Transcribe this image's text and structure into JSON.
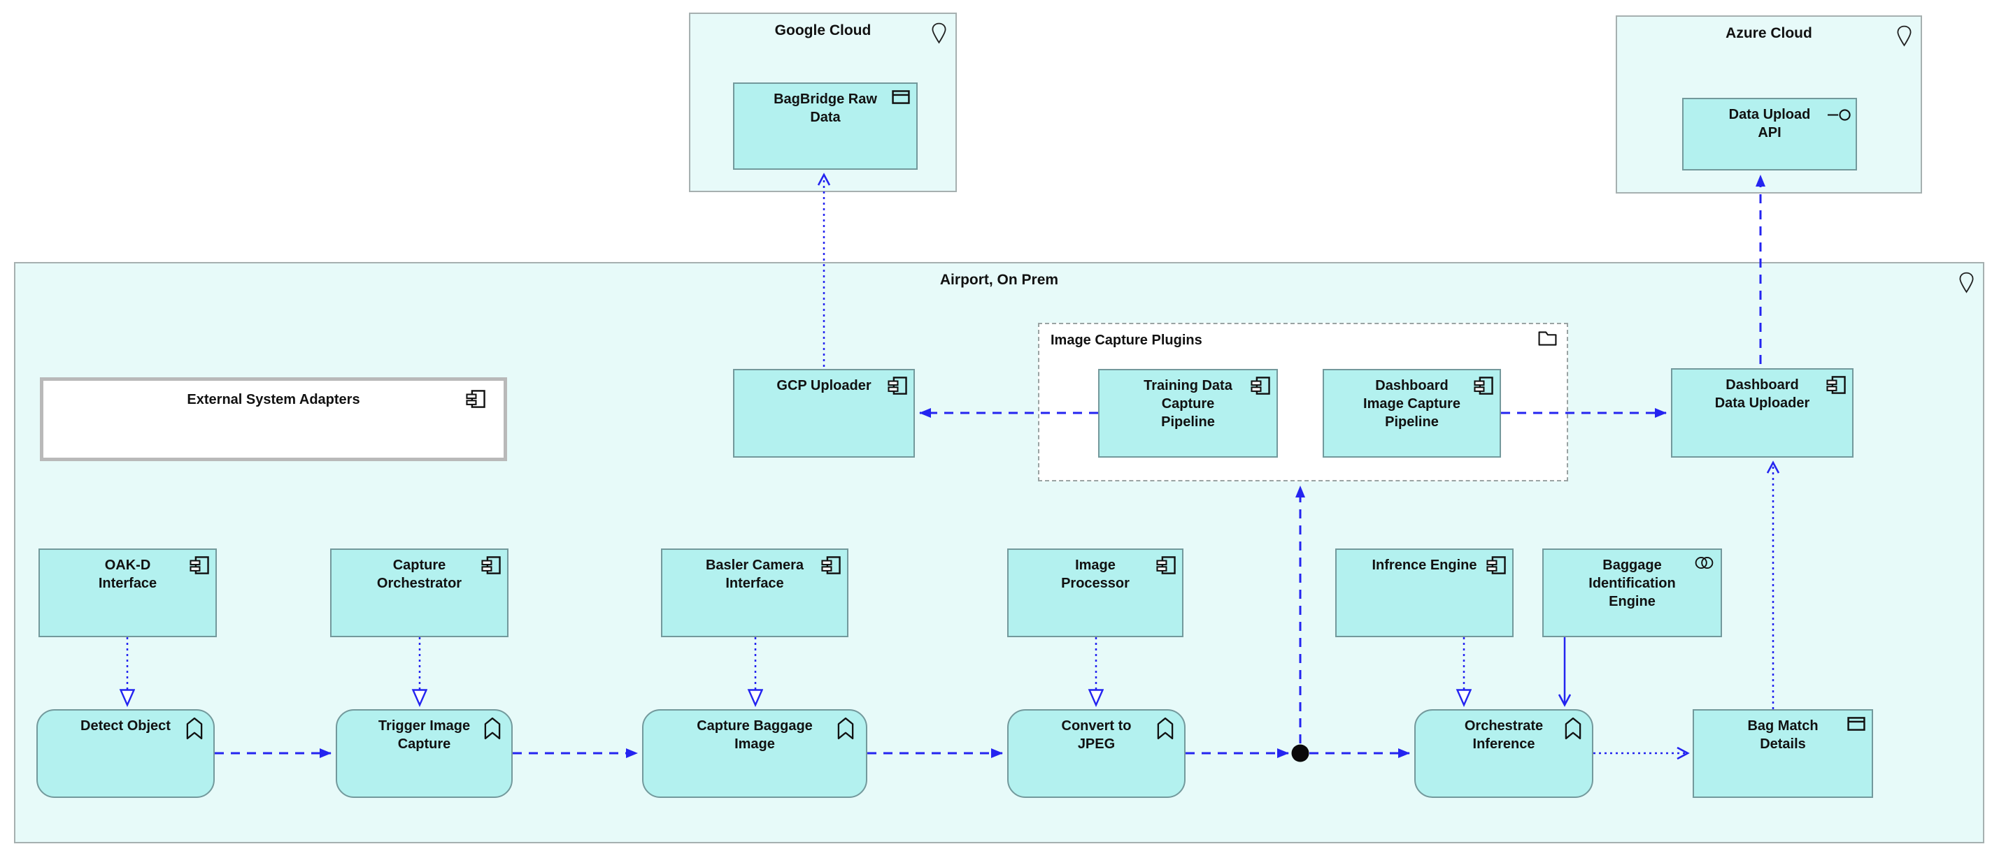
{
  "diagram": {
    "colors": {
      "accent_blue": "#2424f0",
      "location_fill": "#e7faf9",
      "node_fill": "#b3f1ef",
      "node_border": "#73999c",
      "container_border": "#a6b0b0",
      "junction": "#0a0a0a",
      "text": "#111111"
    },
    "containers": {
      "google_cloud": {
        "title": "Google Cloud",
        "icon": "location-pin"
      },
      "azure_cloud": {
        "title": "Azure Cloud",
        "icon": "location-pin"
      },
      "airport": {
        "title": "Airport, On Prem",
        "icon": "location-pin"
      },
      "image_capture_plugins": {
        "title": "Image Capture Plugins",
        "icon": "folder"
      },
      "external_system_adapters": {
        "title": "External System Adapters",
        "icon": "component"
      }
    },
    "nodes": {
      "bagbridge_raw_data": {
        "label": "BagBridge Raw\nData",
        "icon": "data-object"
      },
      "data_upload_api": {
        "label": "Data Upload\nAPI",
        "icon": "interface"
      },
      "gcp_uploader": {
        "label": "GCP Uploader",
        "icon": "component"
      },
      "training_data_capture_pipeline": {
        "label": "Training Data\nCapture\nPipeline",
        "icon": "component"
      },
      "dashboard_image_capture_pipeline": {
        "label": "Dashboard\nImage Capture\nPipeline",
        "icon": "component"
      },
      "dashboard_data_uploader": {
        "label": "Dashboard\nData Uploader",
        "icon": "component"
      },
      "oakd_interface": {
        "label": "OAK-D\nInterface",
        "icon": "component"
      },
      "capture_orchestrator": {
        "label": "Capture\nOrchestrator",
        "icon": "component"
      },
      "basler_camera_interface": {
        "label": "Basler Camera\nInterface",
        "icon": "component"
      },
      "image_processor": {
        "label": "Image\nProcessor",
        "icon": "component"
      },
      "infrence_engine": {
        "label": "Infrence Engine",
        "icon": "component"
      },
      "baggage_identification_engine": {
        "label": "Baggage\nIdentification\nEngine",
        "icon": "collaboration"
      },
      "detect_object": {
        "label": "Detect Object",
        "icon": "function"
      },
      "trigger_image_capture": {
        "label": "Trigger Image\nCapture",
        "icon": "function"
      },
      "capture_baggage_image": {
        "label": "Capture Baggage\nImage",
        "icon": "function"
      },
      "convert_to_jpeg": {
        "label": "Convert to\nJPEG",
        "icon": "function"
      },
      "orchestrate_inference": {
        "label": "Orchestrate\nInference",
        "icon": "function"
      },
      "bag_match_details": {
        "label": "Bag Match\nDetails",
        "icon": "data-object"
      }
    }
  }
}
